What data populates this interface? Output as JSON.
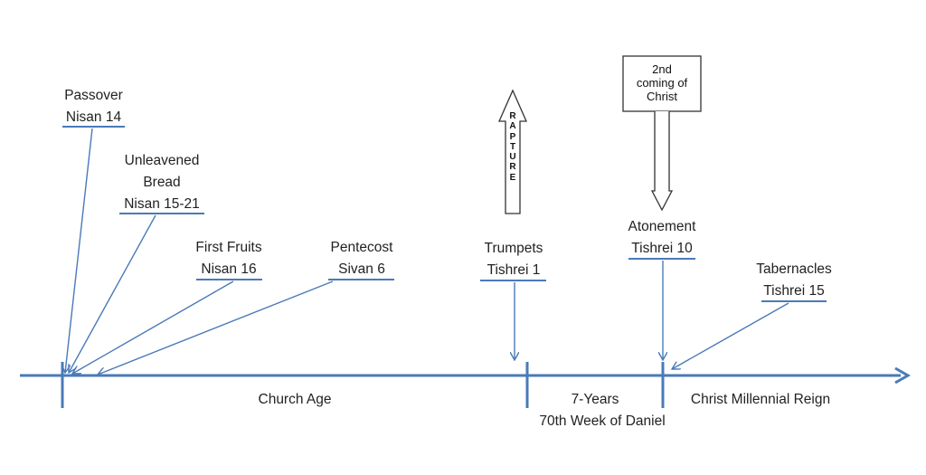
{
  "events": {
    "passover": {
      "name": "Passover",
      "date": "Nisan 14"
    },
    "unleavened": {
      "name1": "Unleavened",
      "name2": "Bread",
      "date": "Nisan 15-21"
    },
    "firstfruits": {
      "name": "First Fruits",
      "date": "Nisan 16"
    },
    "pentecost": {
      "name": "Pentecost",
      "date": "Sivan 6"
    },
    "trumpets": {
      "name": "Trumpets",
      "date": "Tishrei 1"
    },
    "atonement": {
      "name": "Atonement",
      "date": "Tishrei 10"
    },
    "tabernacles": {
      "name": "Tabernacles",
      "date": "Tishrei 15"
    }
  },
  "callouts": {
    "rapture": [
      "R",
      "A",
      "P",
      "T",
      "U",
      "R",
      "E"
    ],
    "second_coming": [
      "2nd",
      "coming of",
      "Christ"
    ]
  },
  "periods": {
    "church_age": "Church Age",
    "tribulation_years": "7-Years",
    "tribulation_name": "70th Week of Daniel",
    "millennium": "Christ Millennial Reign"
  },
  "colors": {
    "line": "#4a7ab8",
    "outline": "#333333"
  }
}
